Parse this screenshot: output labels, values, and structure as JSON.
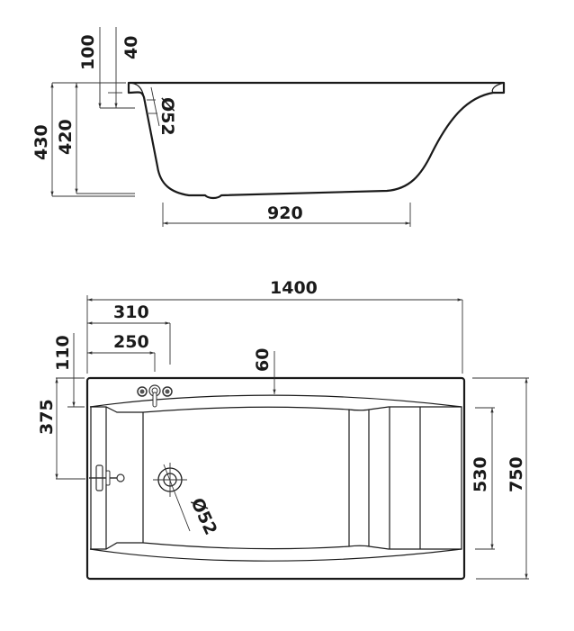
{
  "drawing": {
    "subject": "bathtub dimension drawing",
    "units": "mm",
    "side_view": {
      "dimensions": {
        "overflow_from_top": "100",
        "rim_thickness": "40",
        "total_height": "430",
        "inner_height": "420",
        "overflow_diameter": "Ø52",
        "bottom_length": "920"
      }
    },
    "top_view": {
      "dimensions": {
        "length": "1400",
        "tap_right_offset": "310",
        "tap_center_offset": "250",
        "tap_from_edge": "110",
        "rim_width": "60",
        "drain_from_edge": "375",
        "inner_width": "530",
        "width": "750",
        "drain_diameter": "Ø52"
      }
    },
    "colors": {
      "line": "#1a1a1a",
      "dimension": "#333333",
      "background": "#ffffff"
    }
  }
}
